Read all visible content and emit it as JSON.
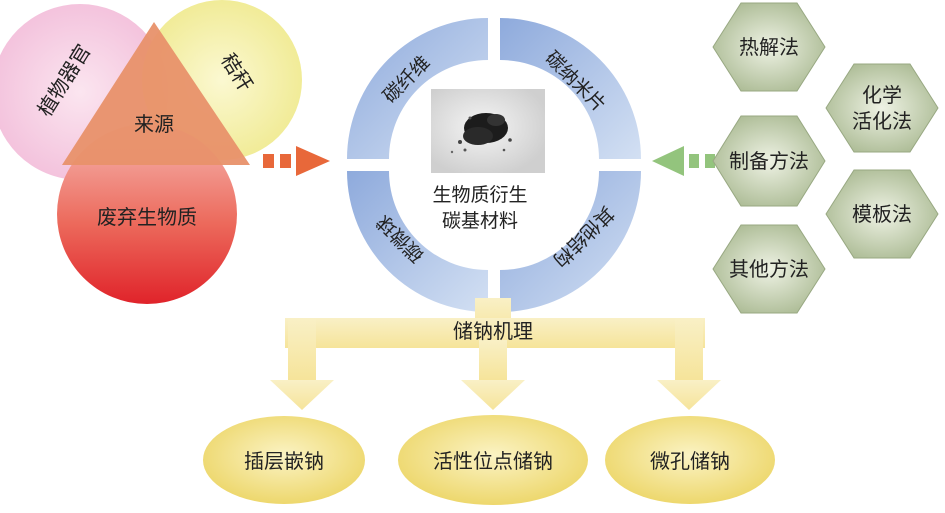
{
  "sources": {
    "plant_organs": "植物器官",
    "straw": "秸秆",
    "origin": "来源",
    "waste_biomass": "废弃生物质"
  },
  "center": {
    "line1": "生物质衍生",
    "line2": "碳基材料"
  },
  "structures": {
    "carbon_fiber": "碳纤维",
    "carbon_nanosheet": "碳纳米片",
    "carbon_sphere": "碳微球",
    "other_structure": "其他结构"
  },
  "methods": {
    "pyrolysis": "热解法",
    "chemical_activation_1": "化学",
    "chemical_activation_2": "活化法",
    "preparation": "制备方法",
    "template": "模板法",
    "other_methods": "其他方法"
  },
  "mechanism": {
    "title": "储钠机理",
    "intercalation": "插层嵌钠",
    "active_site": "活性位点储钠",
    "micropore": "微孔储钠"
  },
  "colors": {
    "pink": "#f2bcd9",
    "yellow": "#f2ee9a",
    "red": "#e23a3a",
    "orange": "#e8916a",
    "ring_blue": "#a9c0e4",
    "hex_green": "#b6c4a0",
    "arrow_yellow": "#f8ecb0",
    "ellipse_yellow": "#f0dc76",
    "arrow_orange": "#e8683a",
    "arrow_green": "#93c47d"
  }
}
